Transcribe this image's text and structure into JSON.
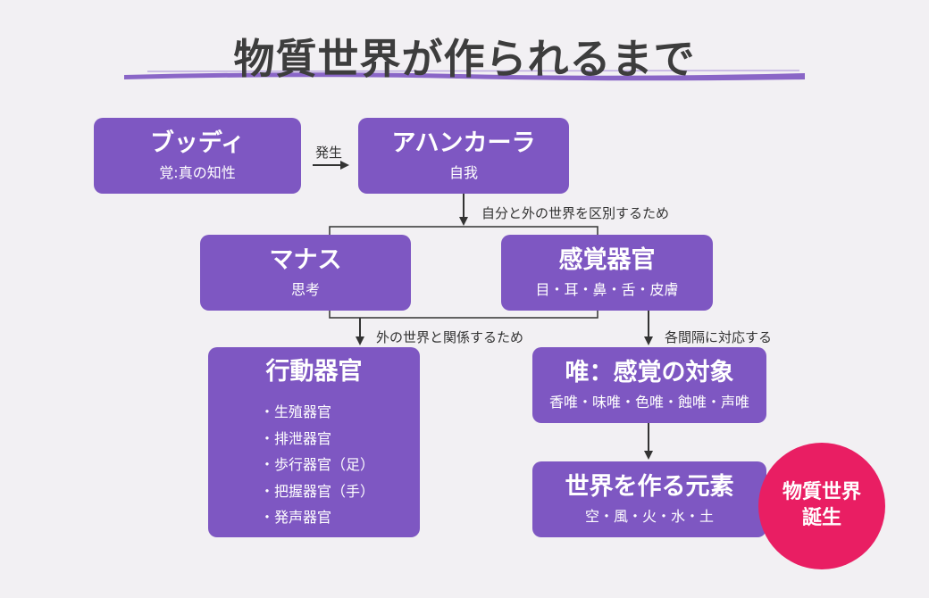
{
  "title": "物質世界が作られるまで",
  "colors": {
    "box": "#7e57c2",
    "accent": "#e91e63",
    "underline": "#7e57c2",
    "text": "#3d3d3d"
  },
  "nodes": {
    "buddhi": {
      "title": "ブッディ",
      "sub": "覚:真の知性"
    },
    "ahankara": {
      "title": "アハンカーラ",
      "sub": "自我"
    },
    "manas": {
      "title": "マナス",
      "sub": "思考"
    },
    "senses": {
      "title": "感覚器官",
      "sub": "目・耳・鼻・舌・皮膚"
    },
    "action": {
      "title": "行動器官",
      "items": [
        "・生殖器官",
        "・排泄器官",
        "・歩行器官（足）",
        "・把握器官（手）",
        "・発声器官"
      ]
    },
    "tanmatra": {
      "title": "唯：感覚の対象",
      "sub": "香唯・味唯・色唯・蝕唯・声唯"
    },
    "elements": {
      "title": "世界を作る元素",
      "sub": "空・風・火・水・土"
    }
  },
  "edges": {
    "arise": "発生",
    "distinguish": "自分と外の世界を区別するため",
    "relate": "外の世界と関係するため",
    "correspond": "各間隔に対応する"
  },
  "badge": {
    "line1": "物質世界",
    "line2": "誕生"
  }
}
